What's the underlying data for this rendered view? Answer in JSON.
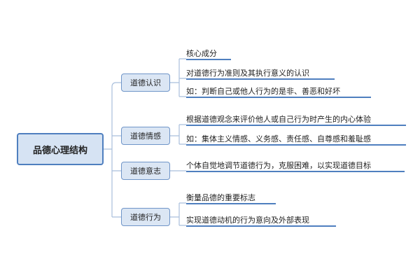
{
  "root": {
    "label": "品德心理结构"
  },
  "branches": [
    {
      "label": "道德认识",
      "leaves": [
        "核心成分",
        "对道德行为准则及其执行意义的认识",
        "如：判断自己或他人行为的是非、善恶和好坏"
      ]
    },
    {
      "label": "道德情感",
      "leaves": [
        "根据道德观念来评价他人或自己行为时产生的内心体验",
        "如：集体主义情感、义务感、责任感、自尊感和羞耻感"
      ]
    },
    {
      "label": "道德意志",
      "leaves": [
        "个体自觉地调节道德行为，克服困难，以实现道德目标"
      ]
    },
    {
      "label": "道德行为",
      "leaves": [
        "衡量品德的重要标志",
        "实现道德动机的行为意向及外部表现"
      ]
    }
  ],
  "colors": {
    "node_fill": "#d6e3f3",
    "node_border": "#4f7fbf",
    "connector": "#a9bfdc",
    "underline": "#4f7fbf"
  }
}
